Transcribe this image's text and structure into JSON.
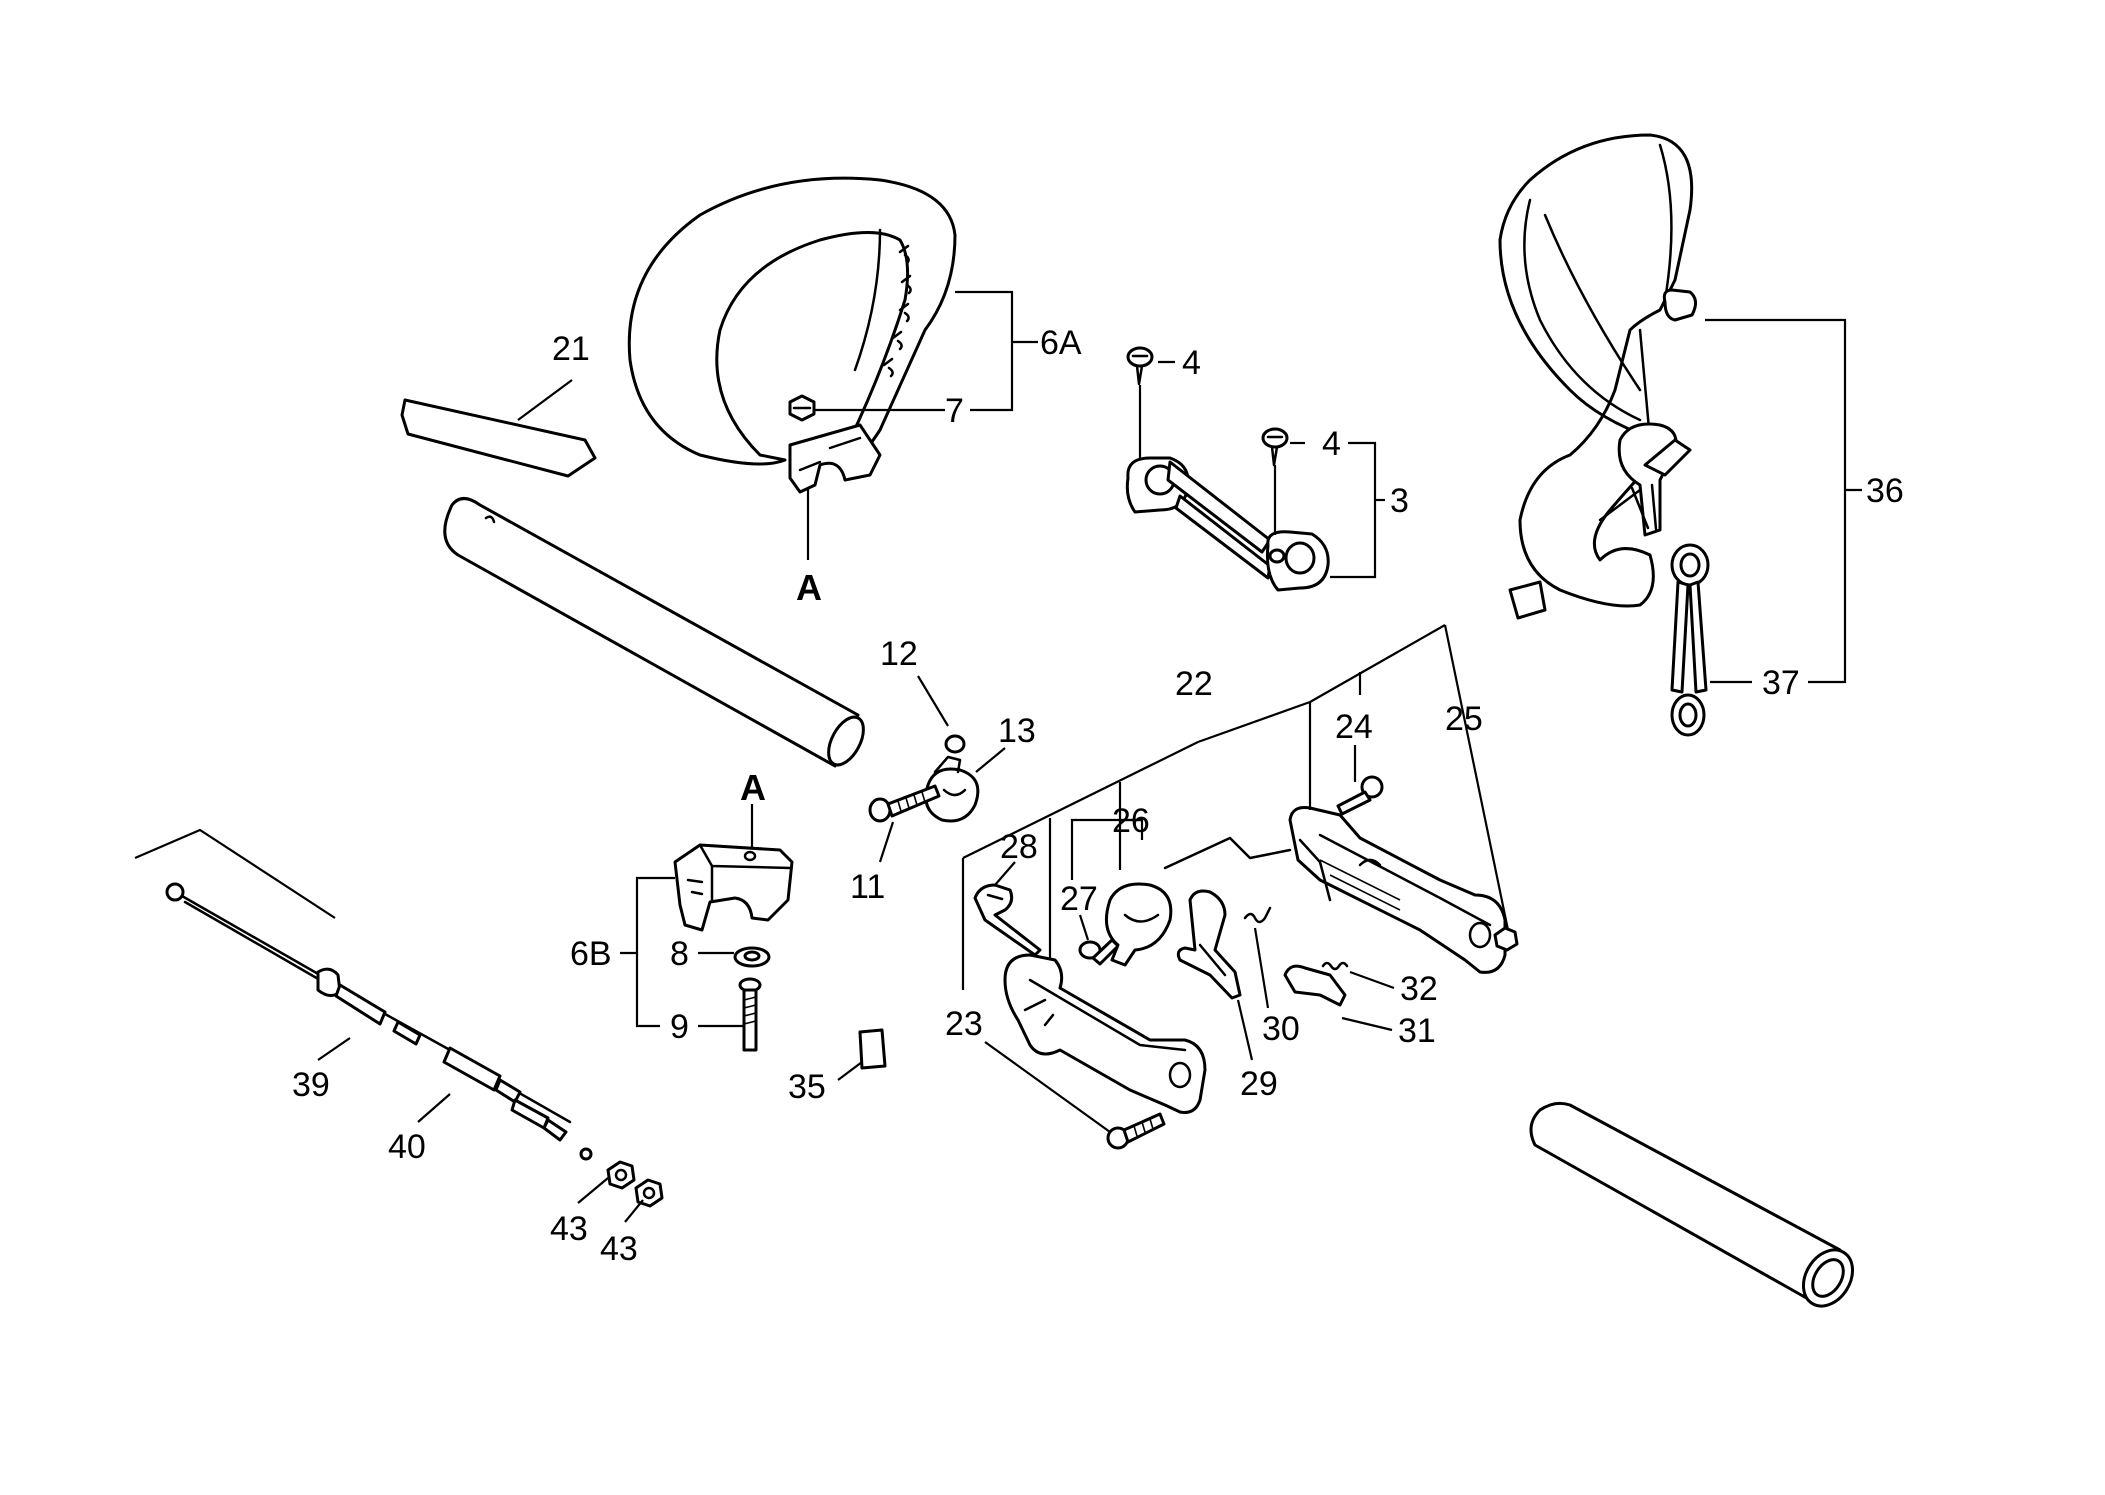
{
  "labels": {
    "p21": "21",
    "p6A": "6A",
    "p7": "7",
    "pA_top": "A",
    "p4a": "4",
    "p4b": "4",
    "p3": "3",
    "p36": "36",
    "p37": "37",
    "p12": "12",
    "p13": "13",
    "p11": "11",
    "pA_mid": "A",
    "p6B": "6B",
    "p8": "8",
    "p9": "9",
    "p22": "22",
    "p24": "24",
    "p25": "25",
    "p26": "26",
    "p28": "28",
    "p27": "27",
    "p23": "23",
    "p30": "30",
    "p32": "32",
    "p31": "31",
    "p29": "29",
    "p35": "35",
    "p39": "39",
    "p40": "40",
    "p43a": "43",
    "p43b": "43"
  }
}
